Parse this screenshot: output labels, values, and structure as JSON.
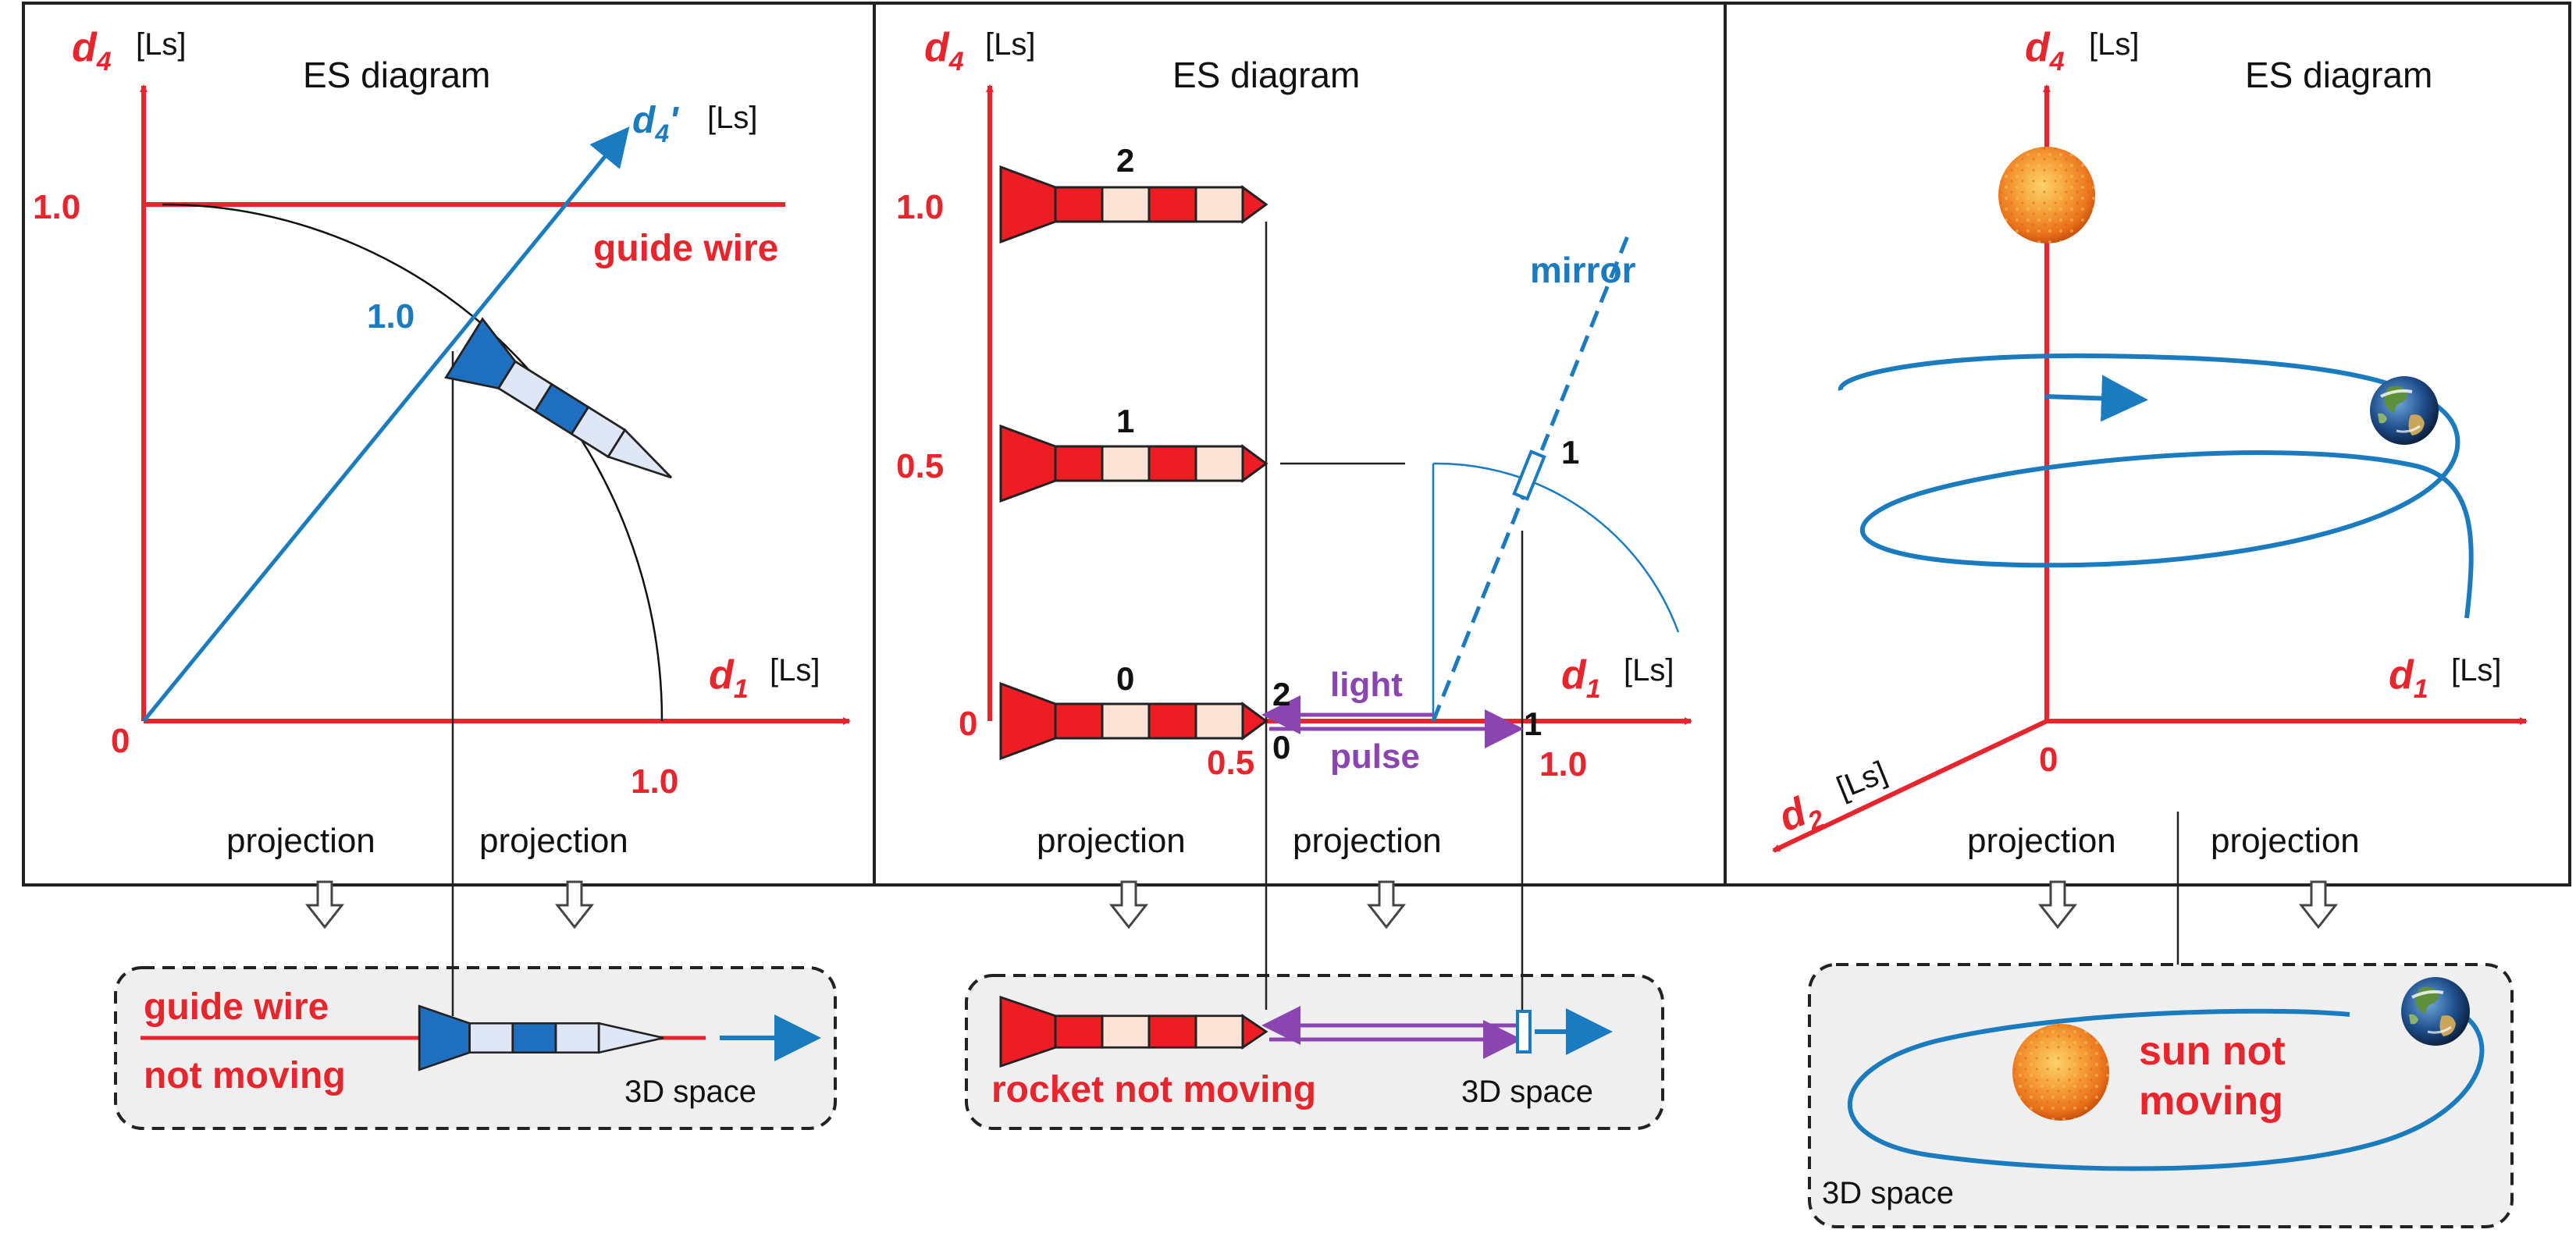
{
  "colors": {
    "axis_red": "#e8242c",
    "rocket_red": "#ee1c24",
    "rocket_light": "#fbe3d6",
    "blue": "#1a7bbf",
    "rocket_blue": "#1f6fc0",
    "rocket_blue_light": "#dfe6f5",
    "purple": "#8b45b0",
    "box_fill": "#efefef",
    "sun": "#f28a1e"
  },
  "icons": {
    "sun": "sun-icon",
    "earth": "earth-icon",
    "rocket": "rocket-icon",
    "mirror": "mirror-icon",
    "projection_arrow": "down-arrow-icon"
  },
  "common": {
    "es_title": "ES diagram",
    "unit": "[Ls]",
    "d": "d",
    "sub_4": "4",
    "sub_1": "1",
    "sub_2": "2",
    "prime": "'",
    "projection": "projection",
    "space3d": "3D space"
  },
  "panel1": {
    "tick_10": "1.0",
    "origin": "0",
    "x_tick": "1.0",
    "tilted_tick": "1.0",
    "guide_wire": "guide wire",
    "box_line1": "guide wire",
    "box_line2": "not moving"
  },
  "panel2": {
    "tick_10": "1.0",
    "tick_05": "0.5",
    "tick_0": "0",
    "rocket_labels": [
      "2",
      "1",
      "0"
    ],
    "mirror": "mirror",
    "mirror_num": "1",
    "light": "light",
    "pulse": "pulse",
    "start_top": "2",
    "start_bottom": "0",
    "end_num": "1",
    "x_05": "0.5",
    "x_10": "1.0",
    "box_text": "rocket not moving"
  },
  "panel3": {
    "origin": "0",
    "box_line1": "sun not",
    "box_line2": "moving"
  }
}
